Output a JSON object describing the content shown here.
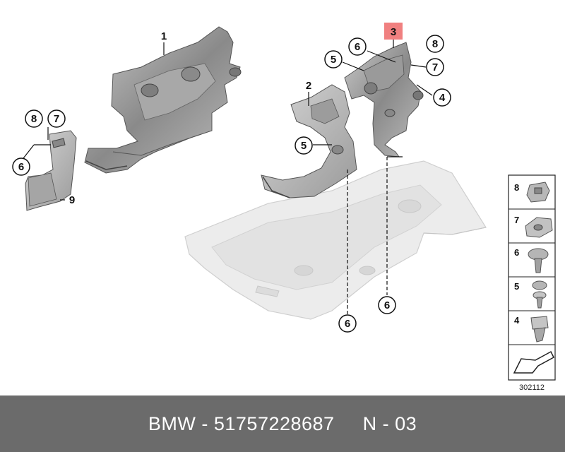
{
  "diagram": {
    "callouts": {
      "c1": "1",
      "c2": "2",
      "c3": "3",
      "c4": "4",
      "c5a": "5",
      "c5b": "5",
      "c6a": "6",
      "c6b": "6",
      "c6c": "6",
      "c6d": "6",
      "c7a": "7",
      "c7b": "7",
      "c8a": "8",
      "c8b": "8",
      "c9": "9"
    },
    "highlight_color": "#f08080",
    "legend": [
      {
        "number": "8",
        "icon": "speed-nut-clip-icon"
      },
      {
        "number": "7",
        "icon": "u-nut-clip-icon"
      },
      {
        "number": "6",
        "icon": "plastic-rivet-icon"
      },
      {
        "number": "5",
        "icon": "expanding-rivet-icon"
      },
      {
        "number": "4",
        "icon": "square-grommet-icon"
      },
      {
        "number": "",
        "icon": "direction-arrow-icon"
      }
    ],
    "reference_number": "302112"
  },
  "footer": {
    "brand": "BMW",
    "separator1": " - ",
    "part_number": "51757228687",
    "gap": "     ",
    "position": "N - 03"
  }
}
